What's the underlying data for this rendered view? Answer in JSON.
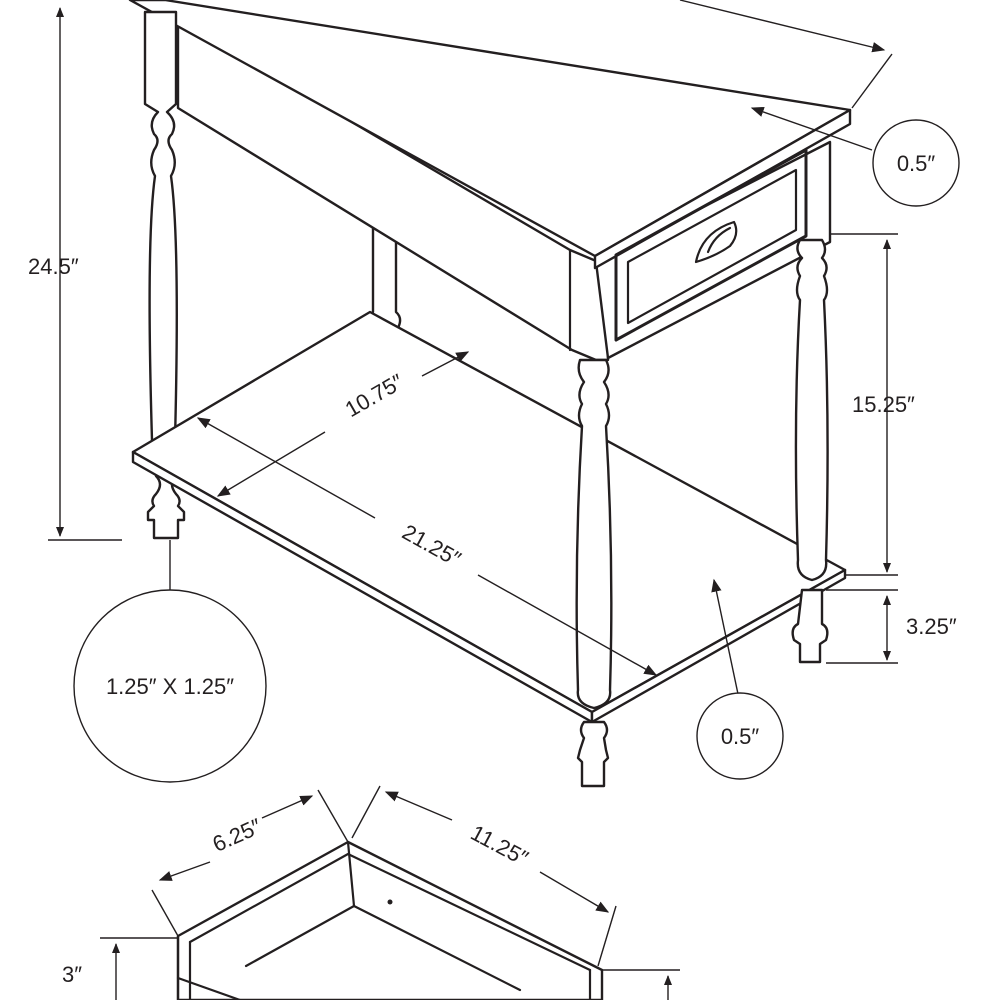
{
  "dimensions": {
    "overall_height": "24.5″",
    "top_thickness": "0.5″",
    "shelf_depth": "10.75″",
    "shelf_height": "15.25″",
    "shelf_width": "21.25″",
    "foot_height": "3.25″",
    "leg_size": "1.25″ X 1.25″",
    "shelf_thickness": "0.5″",
    "drawer_depth": "6.25″",
    "drawer_width": "11.25″",
    "drawer_height": "3″"
  },
  "colors": {
    "line": "#231f20",
    "background": "#ffffff"
  }
}
